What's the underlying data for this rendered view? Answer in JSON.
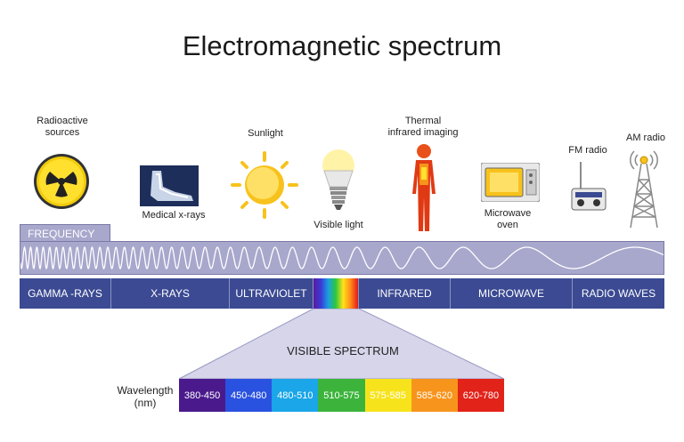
{
  "title": "Electromagnetic spectrum",
  "sources": {
    "radioactive": "Radioactive\nsources",
    "xray": "Medical x-rays",
    "sunlight": "Sunlight",
    "visible": "Visible light",
    "thermal": "Thermal\ninfrared imaging",
    "microwave": "Microwave\noven",
    "fm": "FM radio",
    "am": "AM radio"
  },
  "frequency_label": "FREQUENCY",
  "bands": [
    {
      "label": "GAMMA -RAYS"
    },
    {
      "label": "X-RAYS"
    },
    {
      "label": "ULTRAVIOLET"
    },
    {
      "label": ""
    },
    {
      "label": "INFRARED"
    },
    {
      "label": "MICROWAVE"
    },
    {
      "label": "RADIO WAVES"
    }
  ],
  "visible_spectrum": {
    "title": "VISIBLE SPECTRUM",
    "wavelength_label": "Wavelength\n(nm)",
    "ranges": [
      {
        "label": "380-450",
        "color": "#4a1a8c"
      },
      {
        "label": "450-480",
        "color": "#2a52e0"
      },
      {
        "label": "480-510",
        "color": "#1aa6e8"
      },
      {
        "label": "510-575",
        "color": "#3cb43c"
      },
      {
        "label": "575-585",
        "color": "#f7e31c"
      },
      {
        "label": "585-620",
        "color": "#f7941c"
      },
      {
        "label": "620-780",
        "color": "#e2231a"
      }
    ]
  },
  "colors": {
    "band_bg": "#3b4a92",
    "wave_bg": "#a8a7cc"
  }
}
